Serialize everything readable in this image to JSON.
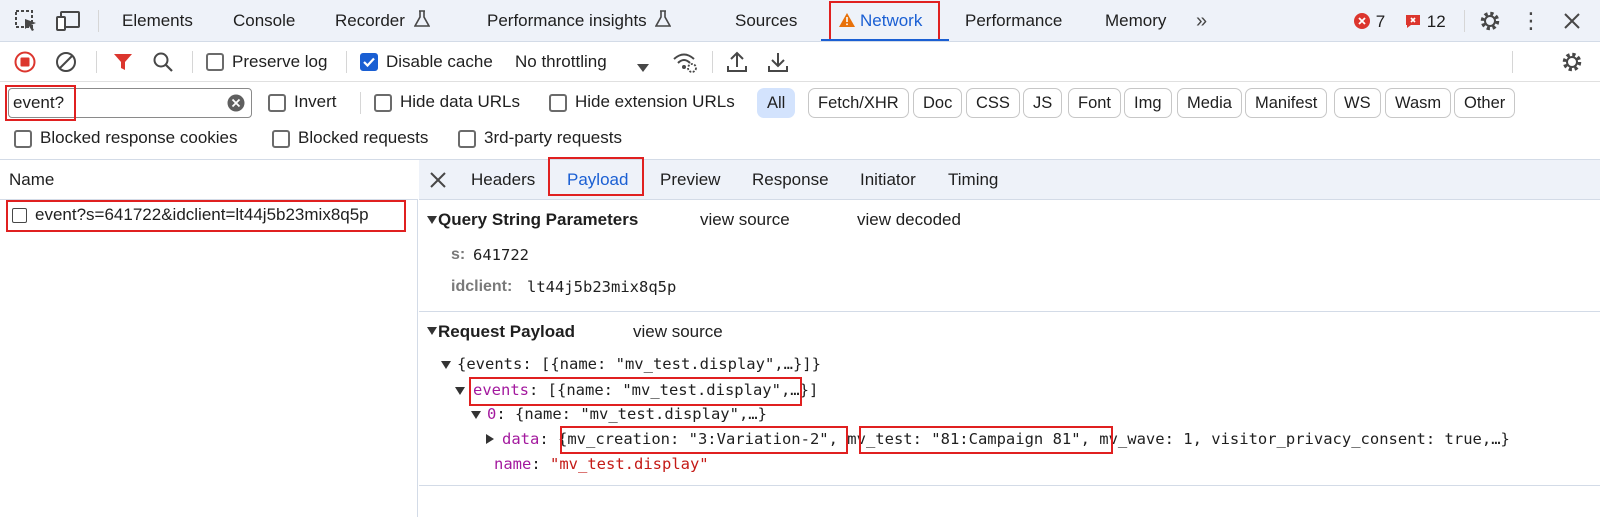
{
  "tabs": [
    {
      "label": "Elements"
    },
    {
      "label": "Console"
    },
    {
      "label": "Recorder"
    },
    {
      "label": "Performance insights"
    },
    {
      "label": "Sources"
    },
    {
      "label": "Network"
    },
    {
      "label": "Performance"
    },
    {
      "label": "Memory"
    }
  ],
  "status": {
    "errors": "7",
    "issues": "12"
  },
  "toolbar": {
    "preserve_log": "Preserve log",
    "disable_cache": "Disable cache",
    "throttling": "No throttling"
  },
  "filter": {
    "search_value": "event?",
    "invert": "Invert",
    "hide_data_urls": "Hide data URLs",
    "hide_extension_urls": "Hide extension URLs",
    "types": [
      "All",
      "Fetch/XHR",
      "Doc",
      "CSS",
      "JS",
      "Font",
      "Img",
      "Media",
      "Manifest",
      "WS",
      "Wasm",
      "Other"
    ],
    "blocked_cookies": "Blocked response cookies",
    "blocked_requests": "Blocked requests",
    "third_party": "3rd-party requests"
  },
  "requests": {
    "column_name": "Name",
    "items": [
      {
        "name": "event?s=641722&idclient=lt44j5b23mix8q5p"
      }
    ]
  },
  "detail": {
    "tabs": [
      "Headers",
      "Payload",
      "Preview",
      "Response",
      "Initiator",
      "Timing"
    ],
    "query": {
      "title": "Query String Parameters",
      "view_source": "view source",
      "view_decoded": "view decoded",
      "params": [
        {
          "key": "s:",
          "value": "641722"
        },
        {
          "key": "idclient:",
          "value": "lt44j5b23mix8q5p"
        }
      ]
    },
    "payload": {
      "title": "Request Payload",
      "view_source": "view source",
      "root": "{events: [{name: \"mv_test.display\",…}]}",
      "events_key": "events",
      "events_value_a": ": [{name: \"mv_test.display\"",
      "events_value_b": ",…}]",
      "item_key": "0",
      "item_value": ": {name: \"mv_test.display\",…}",
      "data_key": "data",
      "data_colon": ": ",
      "data_creation": "{mv_creation: \"3:Variation-2\"",
      "data_comma": ", ",
      "data_test": "mv_test: \"81:Campaign 81\"",
      "data_rest": ", mv_wave: 1, visitor_privacy_consent: true,…}",
      "name_key": "name",
      "name_colon": ": ",
      "name_value": "\"mv_test.display\""
    }
  },
  "colors": {
    "accent": "#1a5fd3",
    "highlight": "#e02020",
    "tabbar_bg": "#eef2f9",
    "chip_active": "#d3e3fd"
  }
}
